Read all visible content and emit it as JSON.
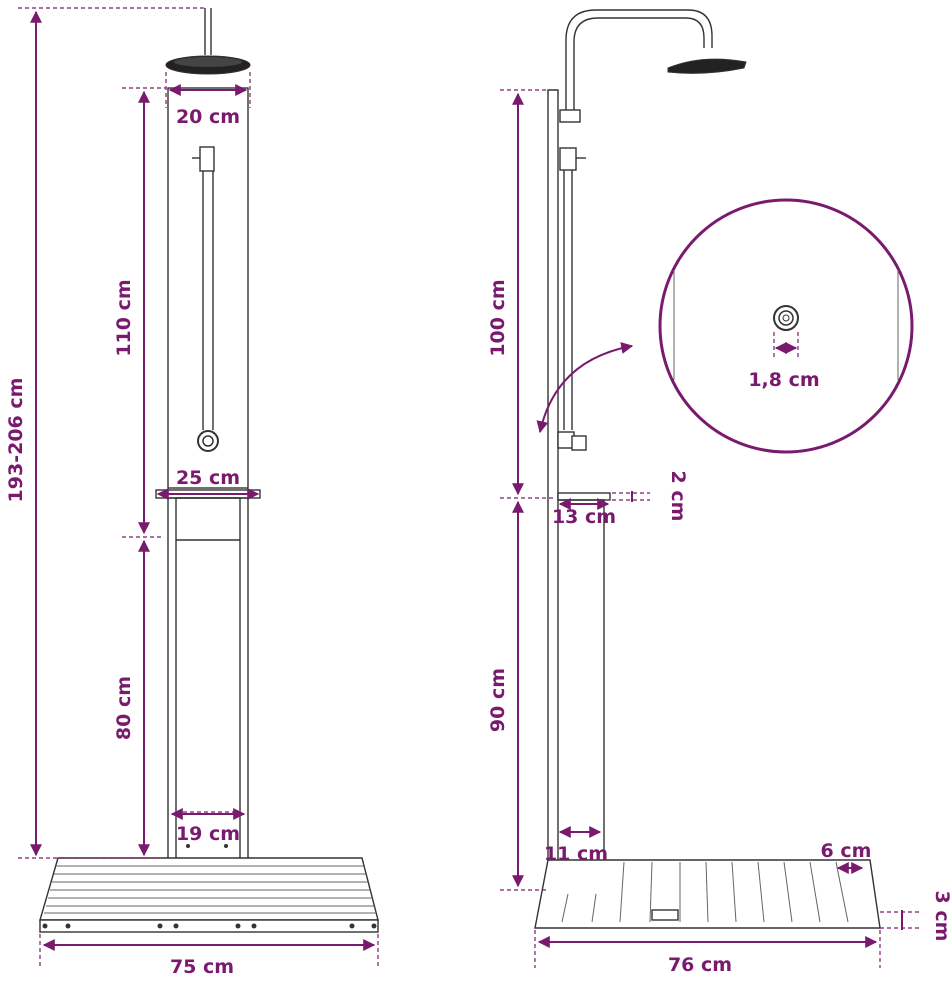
{
  "front_view": {
    "total_height": "193-206 cm",
    "column_height": "110 cm",
    "lower_height": "80 cm",
    "head_diameter": "20 cm",
    "shelf_width": "25 cm",
    "inner_width": "19 cm",
    "base_width": "75 cm"
  },
  "side_view": {
    "column_height": "100 cm",
    "lower_height": "90 cm",
    "shelf_depth": "13 cm",
    "shelf_thickness": "2 cm",
    "inner_depth": "11 cm",
    "slat_gap": "6 cm",
    "base_height": "3 cm",
    "base_depth": "76 cm",
    "nozzle_diameter": "1,8 cm"
  },
  "colors": {
    "dimension": "#7a1a6e",
    "outline": "#333333"
  }
}
